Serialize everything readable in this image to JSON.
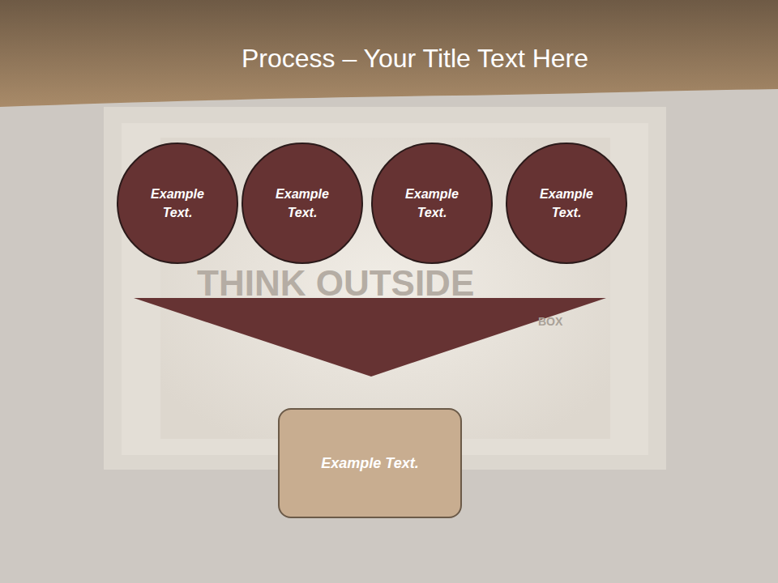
{
  "diagram": {
    "title": "Process – Your Title Text Here",
    "nodes": [
      {
        "text": [
          "Example Text."
        ]
      },
      {
        "text": [
          "Example Text."
        ]
      },
      {
        "text": [
          "Example Text."
        ]
      },
      {
        "text": [
          "Example Text."
        ]
      },
      {
        "text": [
          "Example Text."
        ]
      }
    ],
    "labels": [
      "THINK OUTSIDE",
      "BOX"
    ]
  }
}
